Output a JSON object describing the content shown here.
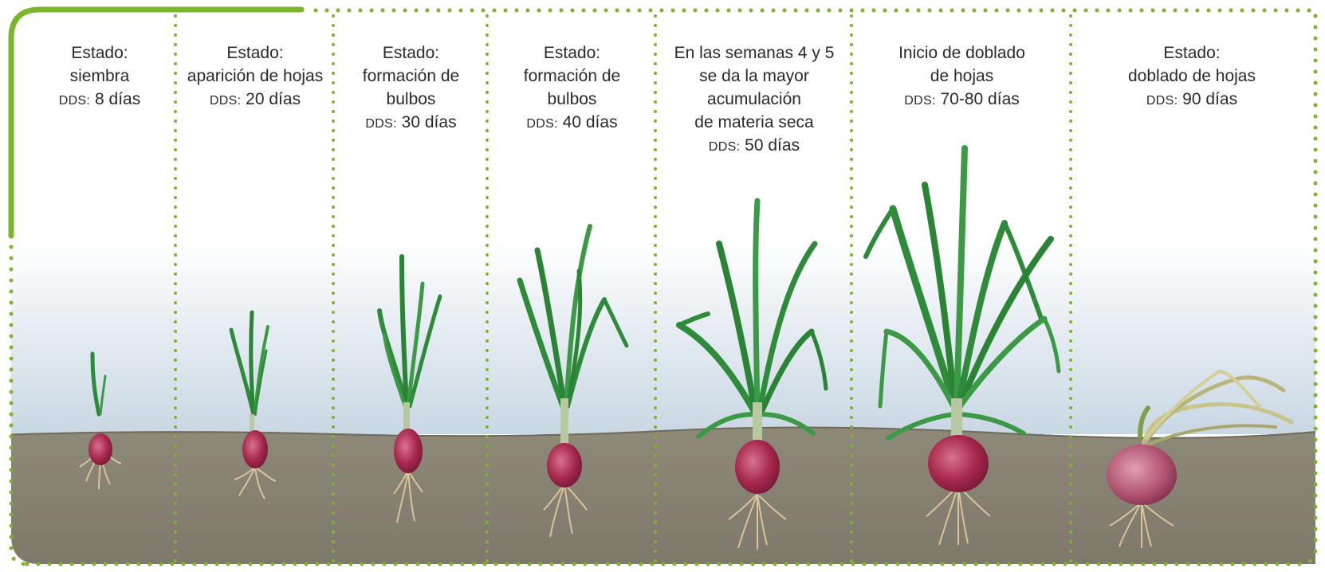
{
  "stages": [
    {
      "id": "siembra",
      "lines": [
        "Estado:",
        "siembra"
      ],
      "dds_prefix": "DDS:",
      "dds_value": " 8 días"
    },
    {
      "id": "aparicion-hojas",
      "lines": [
        "Estado:",
        "aparición de hojas"
      ],
      "dds_prefix": "DDS:",
      "dds_value": " 20 días"
    },
    {
      "id": "formacion-bulbos-30",
      "lines": [
        "Estado:",
        "formación de",
        "bulbos"
      ],
      "dds_prefix": "DDS:",
      "dds_value": " 30 días"
    },
    {
      "id": "formacion-bulbos-40",
      "lines": [
        "Estado:",
        "formación de",
        "bulbos"
      ],
      "dds_prefix": "DDS:",
      "dds_value": " 40 días"
    },
    {
      "id": "acumulacion-materia-seca",
      "lines": [
        "En las semanas 4 y 5",
        "se da la mayor",
        "acumulación",
        "de materia seca"
      ],
      "dds_prefix": "DDS:",
      "dds_value": " 50 días"
    },
    {
      "id": "inicio-doblado",
      "lines": [
        "Inicio de doblado",
        "de hojas"
      ],
      "dds_prefix": "DDS:",
      "dds_value": " 70-80 días"
    },
    {
      "id": "doblado-hojas",
      "lines": [
        "Estado:",
        "doblado de hojas"
      ],
      "dds_prefix": "DDS:",
      "dds_value": " 90 días"
    }
  ],
  "colors": {
    "frame_green": "#7cb42b",
    "soil": "#8b8676",
    "sky": "#dde6ee",
    "leaf": "#2e8b3a",
    "bulb": "#a32a52"
  }
}
